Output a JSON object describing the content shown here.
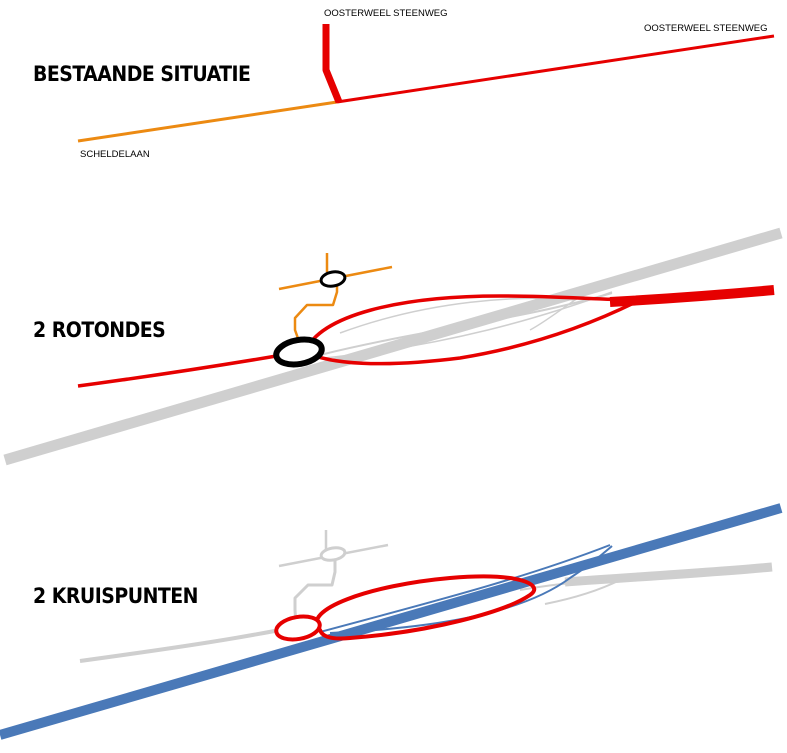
{
  "panels": {
    "existing": {
      "heading": "BESTAANDE SITUATIE",
      "labels": {
        "oosterweel_top": "OOSTERWEEL STEENWEG",
        "oosterweel_right": "OOSTERWEEL STEENWEG",
        "scheldelaan": "SCHELDELAAN"
      }
    },
    "roundabouts": {
      "heading": "2 ROTONDES"
    },
    "crossings": {
      "heading": "2 KRUISPUNTEN"
    }
  },
  "colors": {
    "primary_road": "#e60000",
    "secondary_road": "#ec8a12",
    "highway": "#4a79b8",
    "background_road": "#cfcfcf",
    "roundabout": "#000000"
  }
}
